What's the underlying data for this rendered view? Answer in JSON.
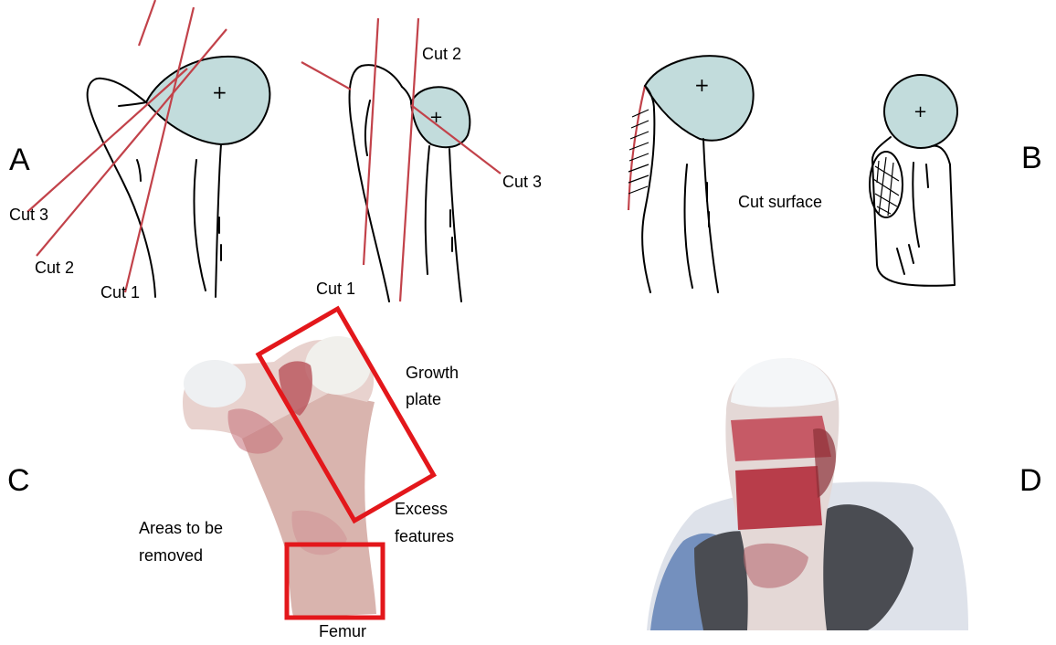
{
  "panels": {
    "A": {
      "letter": "A",
      "left_sketch": {
        "cut3": "Cut 3",
        "cut2": "Cut 2",
        "cut1": "Cut 1"
      },
      "right_sketch": {
        "cut2": "Cut 2",
        "cut3": "Cut 3",
        "cut1": "Cut 1"
      }
    },
    "B": {
      "letter": "B",
      "cut_surface": "Cut surface"
    },
    "C": {
      "letter": "C",
      "growth_plate_line1": "Growth",
      "growth_plate_line2": "plate",
      "excess_line1": "Excess",
      "excess_line2": "features",
      "areas_line1": "Areas to be",
      "areas_line2": "removed",
      "femur": "Femur"
    },
    "D": {
      "letter": "D"
    }
  },
  "colors": {
    "femoral_head_fill": "#c2dcdc",
    "cut_line": "#c2424a",
    "highlight_box": "#e3171b"
  }
}
